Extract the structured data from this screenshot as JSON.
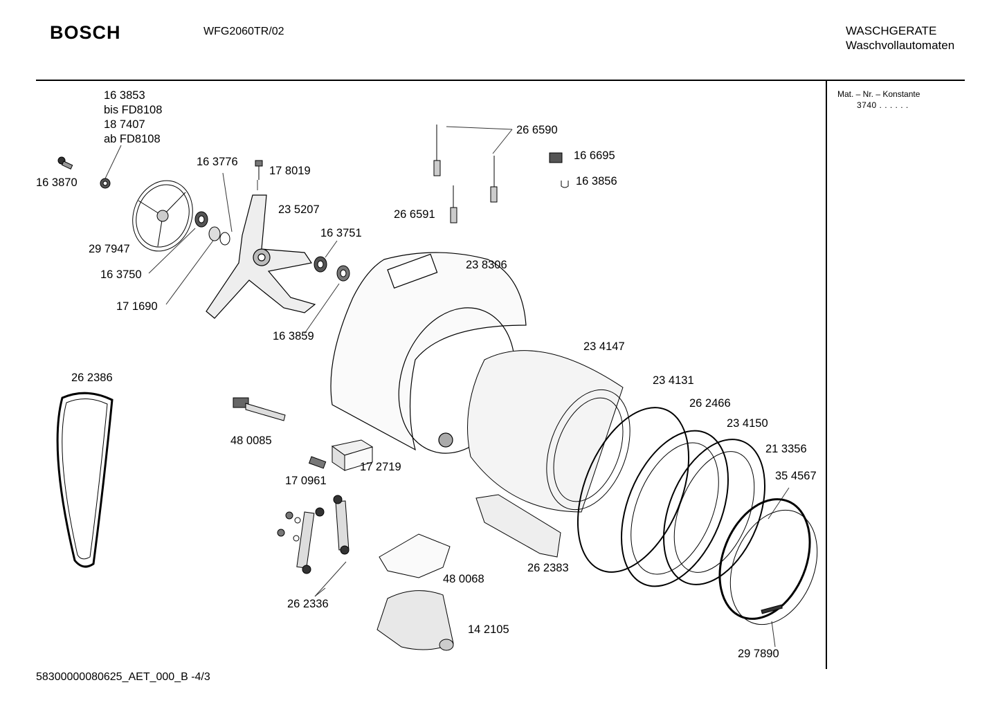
{
  "header": {
    "brand": "BOSCH",
    "model": "WFG2060TR/02",
    "category": "WASCHGERATE",
    "subcategory": "Waschvollautomaten"
  },
  "sidebar": {
    "title": "Mat. – Nr. – Konstante",
    "value": "3740  .  .  .  .  .  ."
  },
  "footer": {
    "code": "58300000080625_AET_000_B  -4/3"
  },
  "parts": {
    "p163853": "16 3853",
    "bisFD": "bis FD8108",
    "p187407": "18 7407",
    "abFD": "ab FD8108",
    "p163870": "16 3870",
    "p163776": "16 3776",
    "p178019": "17 8019",
    "p235207": "23 5207",
    "p163751": "16 3751",
    "p297947": "29 7947",
    "p163750": "16 3750",
    "p171690": "17 1690",
    "p163859": "16 3859",
    "p266590": "26 6590",
    "p166695": "16 6695",
    "p163856": "16 3856",
    "p266591": "26 6591",
    "p238306": "23 8306",
    "p234147": "23 4147",
    "p262386": "26 2386",
    "p234131": "23 4131",
    "p262466": "26 2466",
    "p234150": "23 4150",
    "p213356": "21 3356",
    "p354567": "35 4567",
    "p480085": "48 0085",
    "p172719": "17 2719",
    "p170961": "17 0961",
    "p262336": "26 2336",
    "p480068": "48 0068",
    "p262383": "26 2383",
    "p142105": "14 2105",
    "p297890": "29 7890"
  }
}
